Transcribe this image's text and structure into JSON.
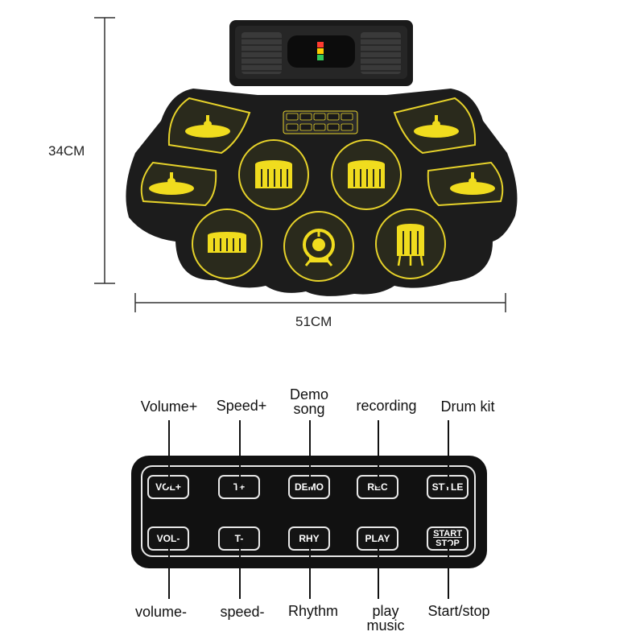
{
  "dimensions": {
    "height_label": "34CM",
    "width_label": "51CM"
  },
  "speaker_bar": {
    "level_colors": [
      "#ff3b30",
      "#ffcc00",
      "#34c759"
    ]
  },
  "pad_colors": {
    "pad_fill": "#2a2a1c",
    "pad_outline": "#e6d22a",
    "icon": "#f0dc1e",
    "body": "#1c1c1c"
  },
  "callouts_top": [
    "Volume+",
    "Speed+",
    "Demo\nsong",
    "recording",
    "Drum kit"
  ],
  "callouts_bottom": [
    "volume-",
    "speed-",
    "Rhythm",
    "play\nmusic",
    "Start/stop"
  ],
  "control_panel": {
    "row1": [
      "VOL+",
      "T+",
      "DEMO",
      "REC",
      "STYLE"
    ],
    "row2": [
      "VOL-",
      "T-",
      "RHY",
      "PLAY"
    ],
    "start_stop": {
      "top": "START",
      "bottom": "STOP"
    }
  }
}
